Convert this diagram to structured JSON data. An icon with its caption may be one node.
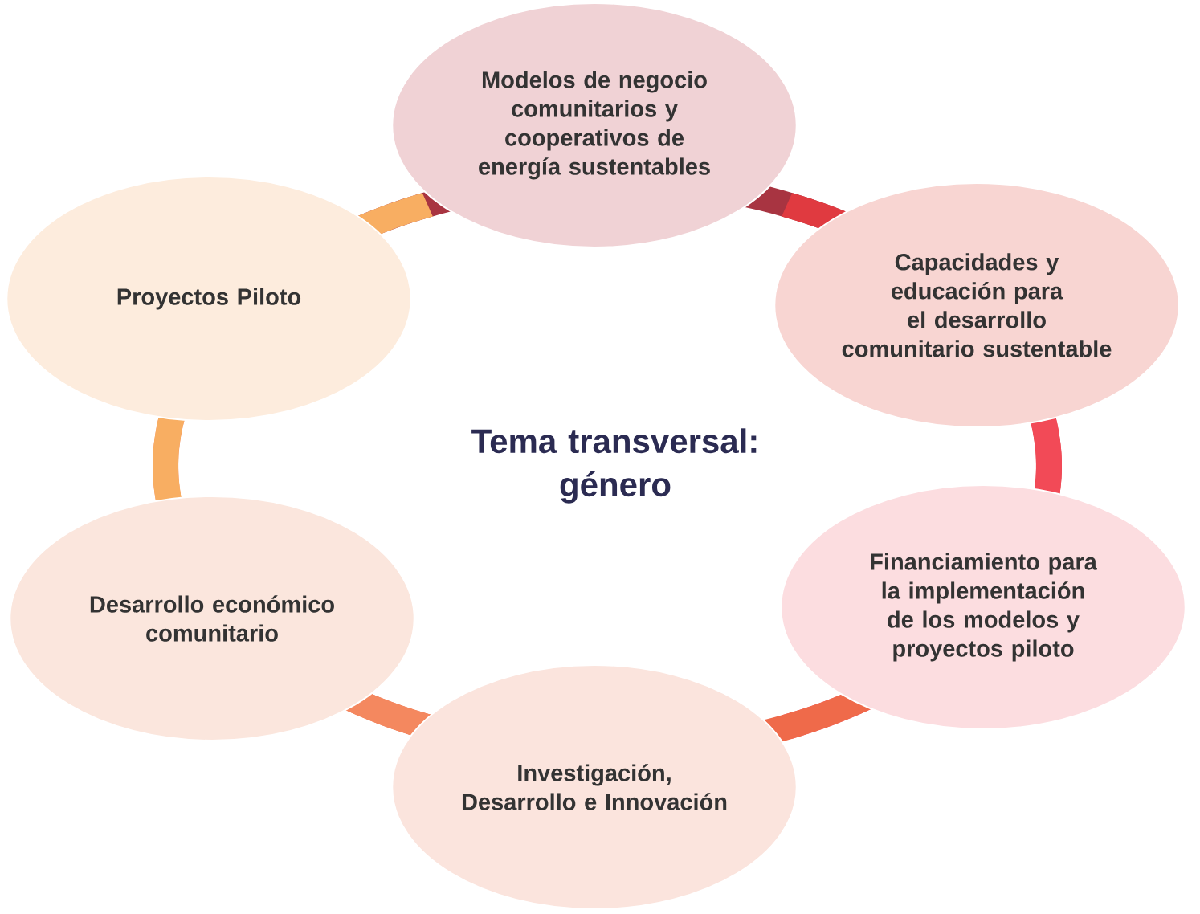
{
  "diagram": {
    "nodes": [
      {
        "text": [
          "Modelos de negocio comunitarios y cooperativos de energía sustentables"
        ]
      },
      {
        "text": [
          "Capacidades y educación para el desarrollo comunitario sustentable"
        ]
      },
      {
        "text": [
          "Financiamiento para la implementación de los modelos y proyectos piloto"
        ]
      },
      {
        "text": [
          "Investigación, Desarrollo e Innovación"
        ]
      },
      {
        "text": [
          "Desarrollo económico comunitario"
        ]
      },
      {
        "text": [
          "Proyectos Piloto"
        ]
      }
    ],
    "labels": [
      "Tema transversal: género"
    ]
  }
}
